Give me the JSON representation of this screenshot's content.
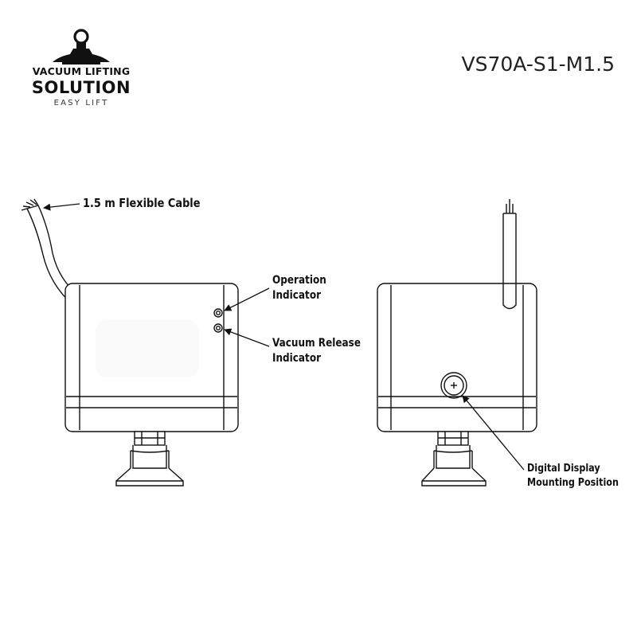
{
  "brand": {
    "line1": "VACUUM LIFTING",
    "line2": "SOLUTION",
    "line3": "EASY LIFT"
  },
  "model_number": "VS70A-S1-M1.5",
  "callouts": {
    "cable": "1.5 m Flexible Cable",
    "operation_indicator": {
      "line1": "Operation",
      "line2": "Indicator"
    },
    "vacuum_release_indicator": {
      "line1": "Vacuum Release",
      "line2": "Indicator"
    },
    "digital_display": {
      "line1": "Digital Display",
      "line2": "Mounting Position"
    }
  },
  "icons": {
    "logo": "suction-cup-logo-icon",
    "display_mount": "plus-circle-icon"
  }
}
